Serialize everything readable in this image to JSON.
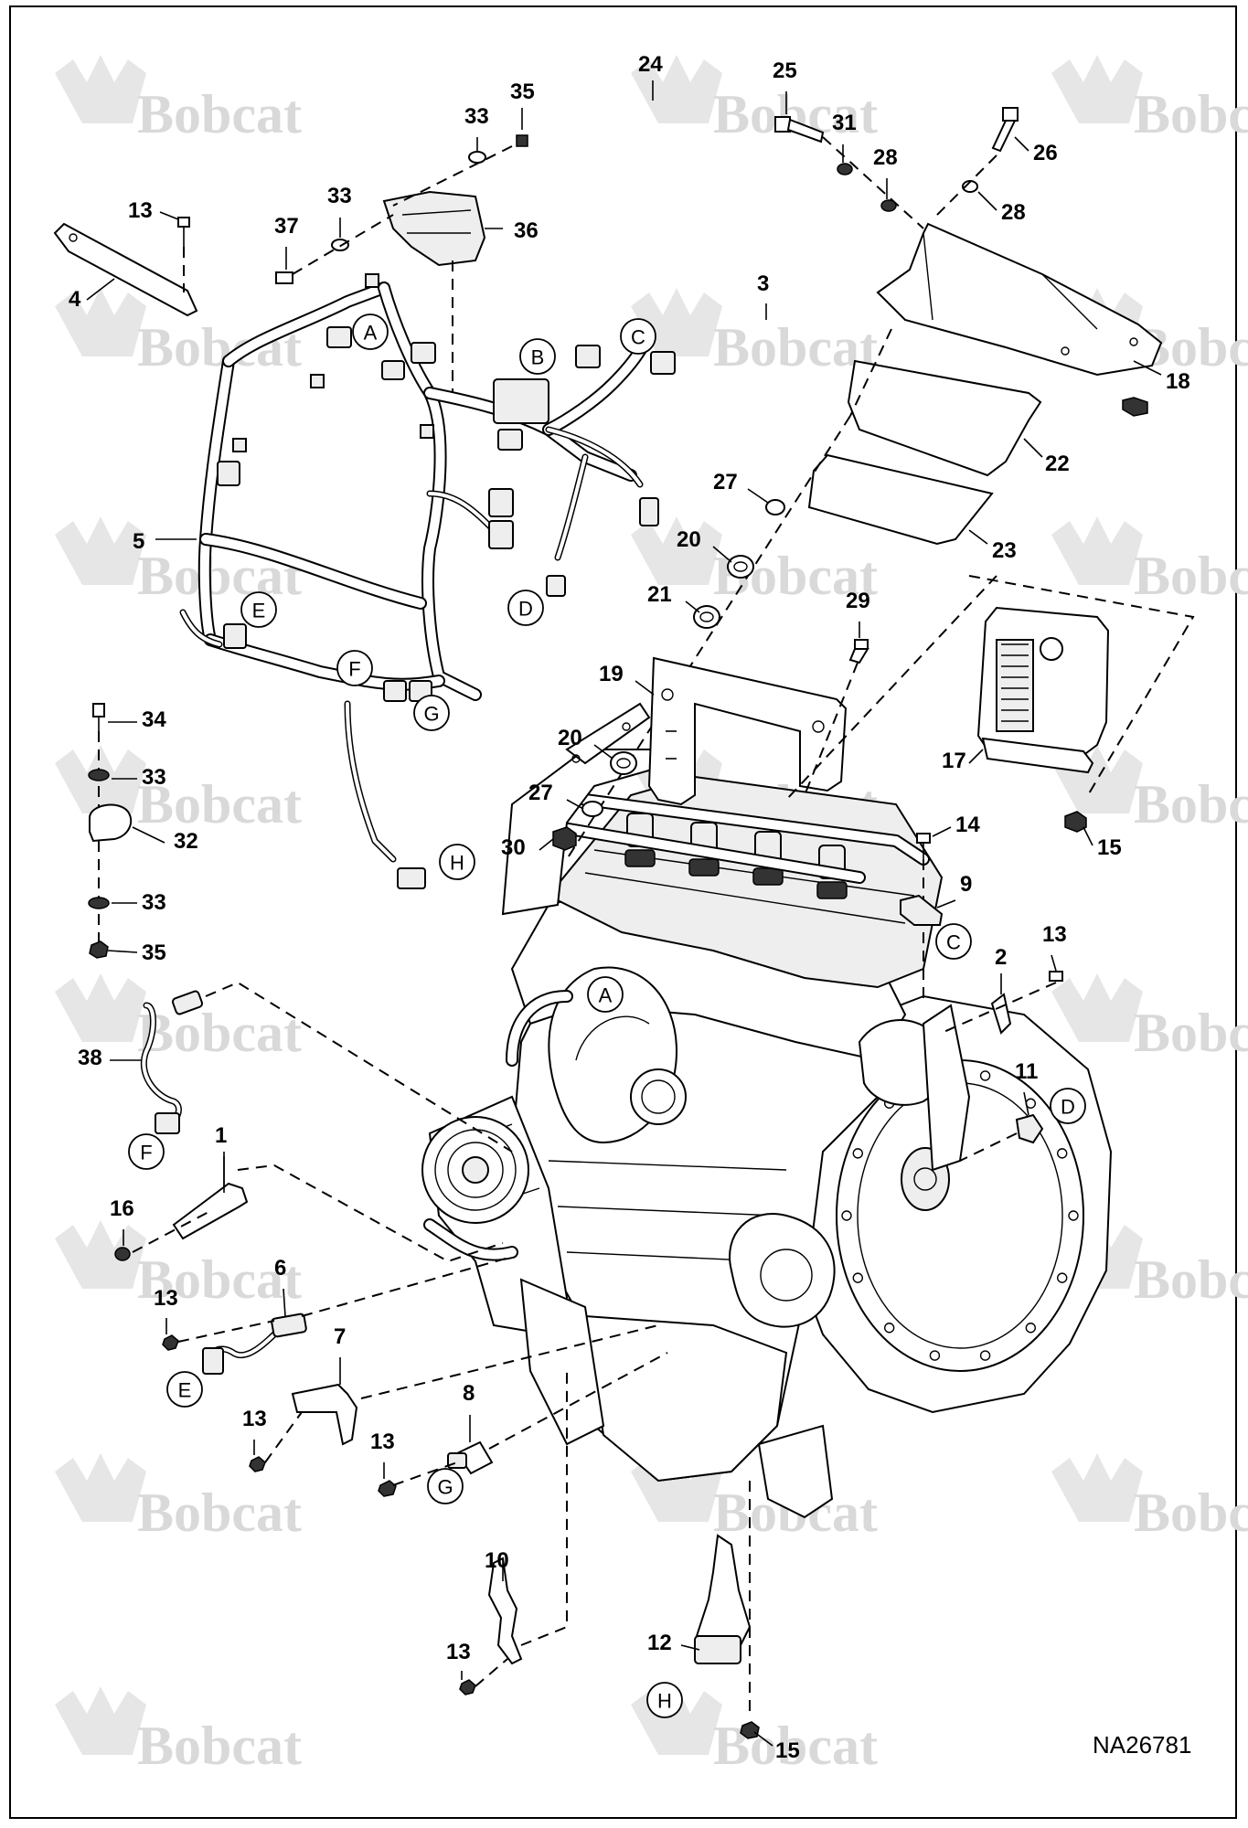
{
  "watermark_text": "Bobcat",
  "drawing_code": "NA26781",
  "connector_letters": [
    "A",
    "B",
    "C",
    "D",
    "E",
    "F",
    "G",
    "H"
  ],
  "callout_numbers": [
    "1",
    "2",
    "3",
    "4",
    "5",
    "6",
    "7",
    "8",
    "9",
    "10",
    "11",
    "12",
    "13",
    "14",
    "15",
    "16",
    "17",
    "18",
    "19",
    "20",
    "21",
    "22",
    "23",
    "24",
    "25",
    "26",
    "27",
    "28",
    "29",
    "30",
    "31",
    "32",
    "33",
    "34",
    "35",
    "36",
    "37",
    "38"
  ],
  "colors": {
    "line": "#000000",
    "watermark": "#d9d9d9",
    "background": "#ffffff"
  }
}
